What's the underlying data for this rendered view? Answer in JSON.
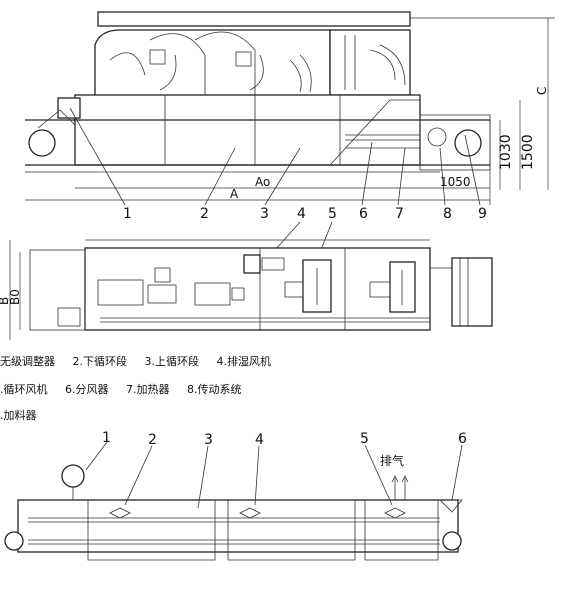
{
  "top_view": {
    "callouts": [
      "1",
      "2",
      "3",
      "4",
      "5",
      "6",
      "7",
      "8",
      "9"
    ],
    "dims": {
      "a0": "Ao",
      "a": "A",
      "d1050": "1050",
      "d1030": "1030",
      "d1500": "1500",
      "c": "C"
    }
  },
  "plan_view": {
    "dims": {
      "b": "B",
      "b0": "B0"
    }
  },
  "legend": {
    "line1": [
      "无级调整器",
      "2.下循环段",
      "3.上循环段",
      "4.排湿风机"
    ],
    "line2": [
      ".循环风机",
      "6.分风器",
      "7.加热器",
      "8.传动系统"
    ],
    "line3": [
      ".加料器"
    ]
  },
  "schematic": {
    "callouts": [
      "1",
      "2",
      "3",
      "4",
      "5",
      "6"
    ],
    "exhaust_label": "排气"
  }
}
